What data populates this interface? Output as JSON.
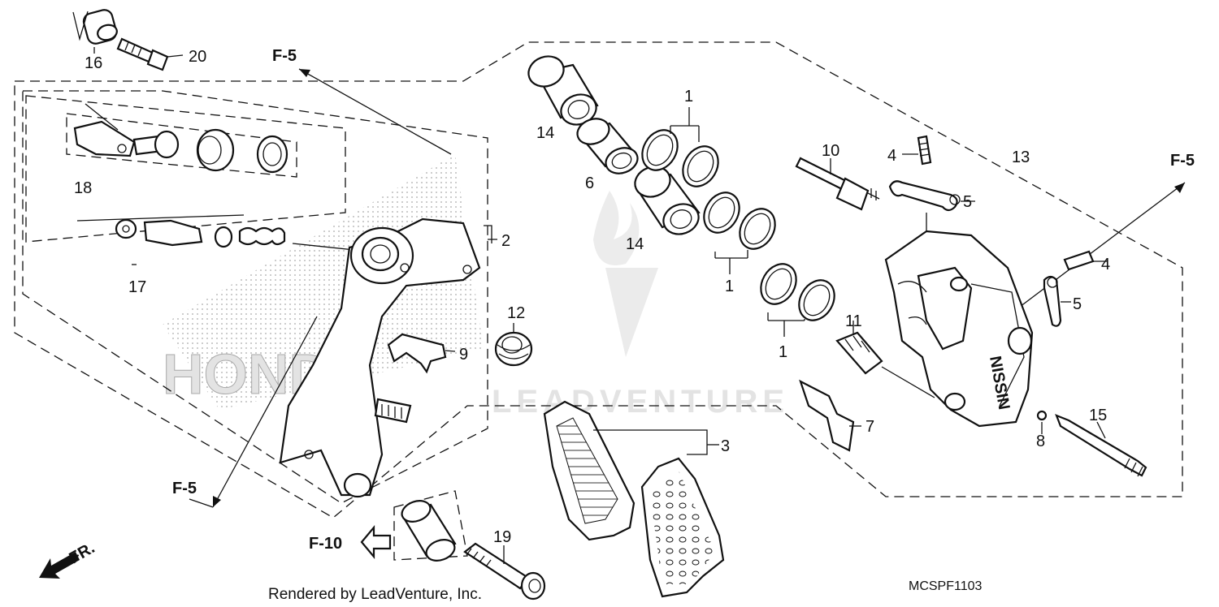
{
  "diagram": {
    "callouts": {
      "c1a": "1",
      "c1b": "1",
      "c1c": "1",
      "c2": "2",
      "c3": "3",
      "c4a": "4",
      "c4b": "4",
      "c5a": "5",
      "c5b": "5",
      "c6": "6",
      "c7": "7",
      "c8": "8",
      "c9": "9",
      "c10": "10",
      "c11": "11",
      "c12": "12",
      "c13": "13",
      "c14a": "14",
      "c14b": "14",
      "c15": "15",
      "c16": "16",
      "c17": "17",
      "c18": "18",
      "c19": "19",
      "c20": "20"
    },
    "refs": {
      "f5_top": "F-5",
      "f5_right": "F-5",
      "f5_left": "F-5",
      "f10": "F-10"
    },
    "front_arrow": "FR.",
    "caliper_brand": "NISSIN",
    "footer": "Rendered by LeadVenture, Inc.",
    "diagram_code": "MCSPF1103",
    "watermark": {
      "honda": "HONDA",
      "leadventure": "LEADVENTURE"
    }
  }
}
